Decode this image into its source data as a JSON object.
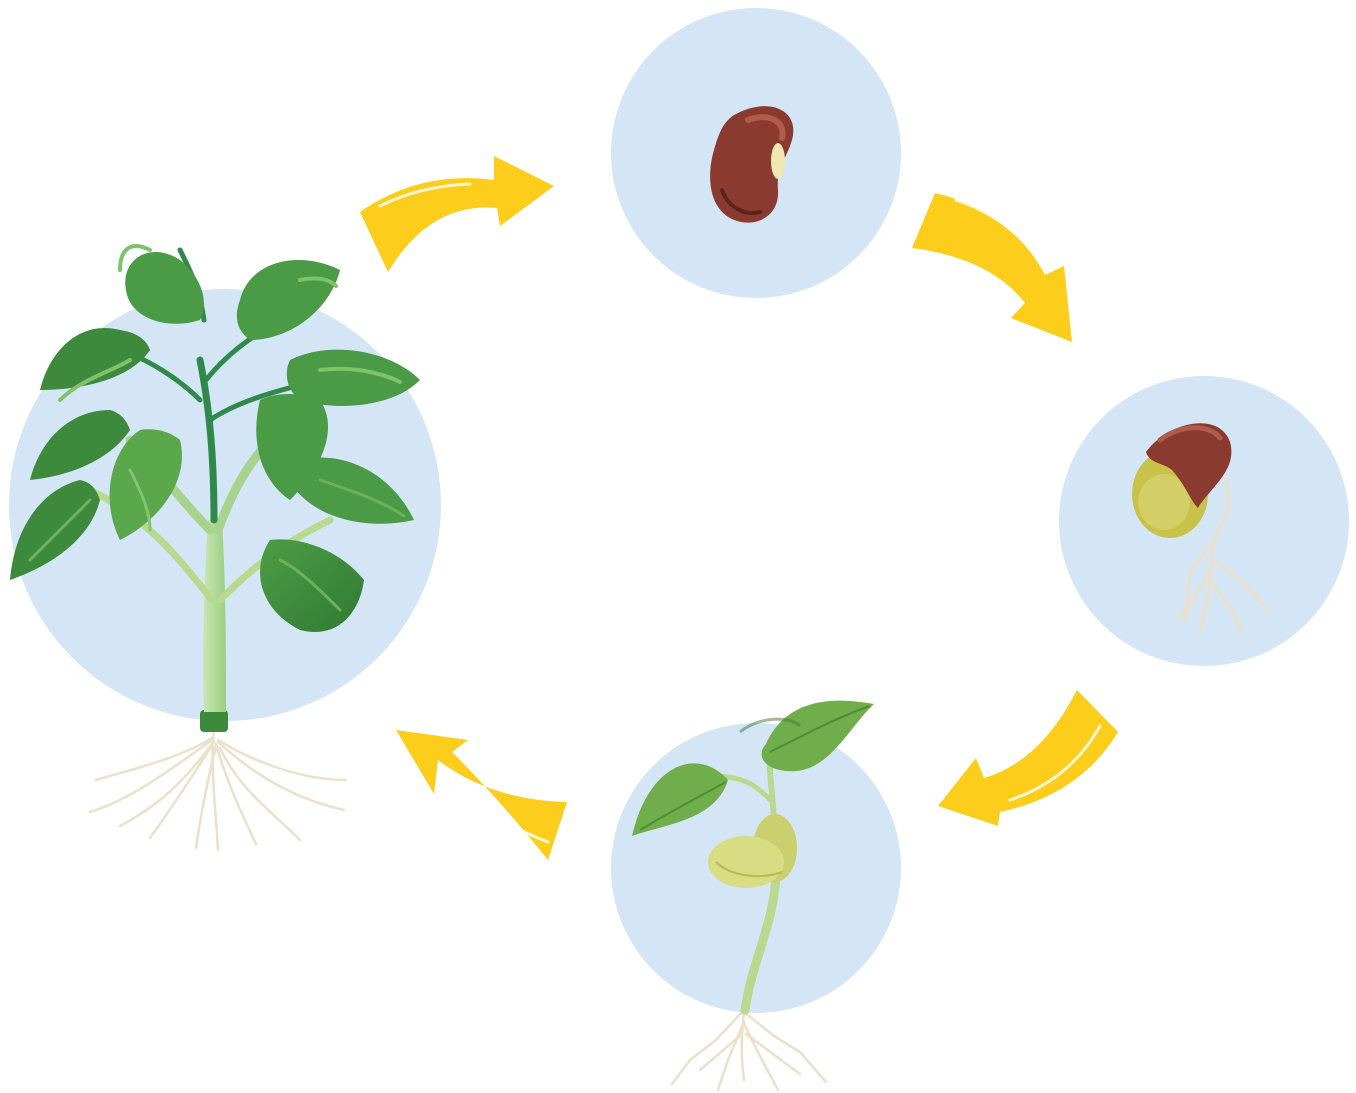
{
  "diagram": {
    "type": "life-cycle",
    "stages": [
      {
        "name": "mature-plant",
        "icon": "plant-icon"
      },
      {
        "name": "seed",
        "icon": "bean-seed-icon"
      },
      {
        "name": "germinating-seed",
        "icon": "germinating-seed-icon"
      },
      {
        "name": "seedling",
        "icon": "seedling-icon"
      }
    ],
    "arrows": [
      {
        "from": "mature-plant",
        "to": "seed"
      },
      {
        "from": "seed",
        "to": "germinating-seed"
      },
      {
        "from": "germinating-seed",
        "to": "seedling"
      },
      {
        "from": "seedling",
        "to": "mature-plant"
      }
    ],
    "colors": {
      "circle": "#d4e6f6",
      "arrow": "#fdcd1b",
      "seed": "#8b3a30",
      "leaf_dark": "#3d8a3c",
      "leaf_light": "#7dbc5c",
      "stem": "#b8d98f",
      "root": "#ece0c8",
      "cotyledon": "#d7db7c"
    }
  }
}
